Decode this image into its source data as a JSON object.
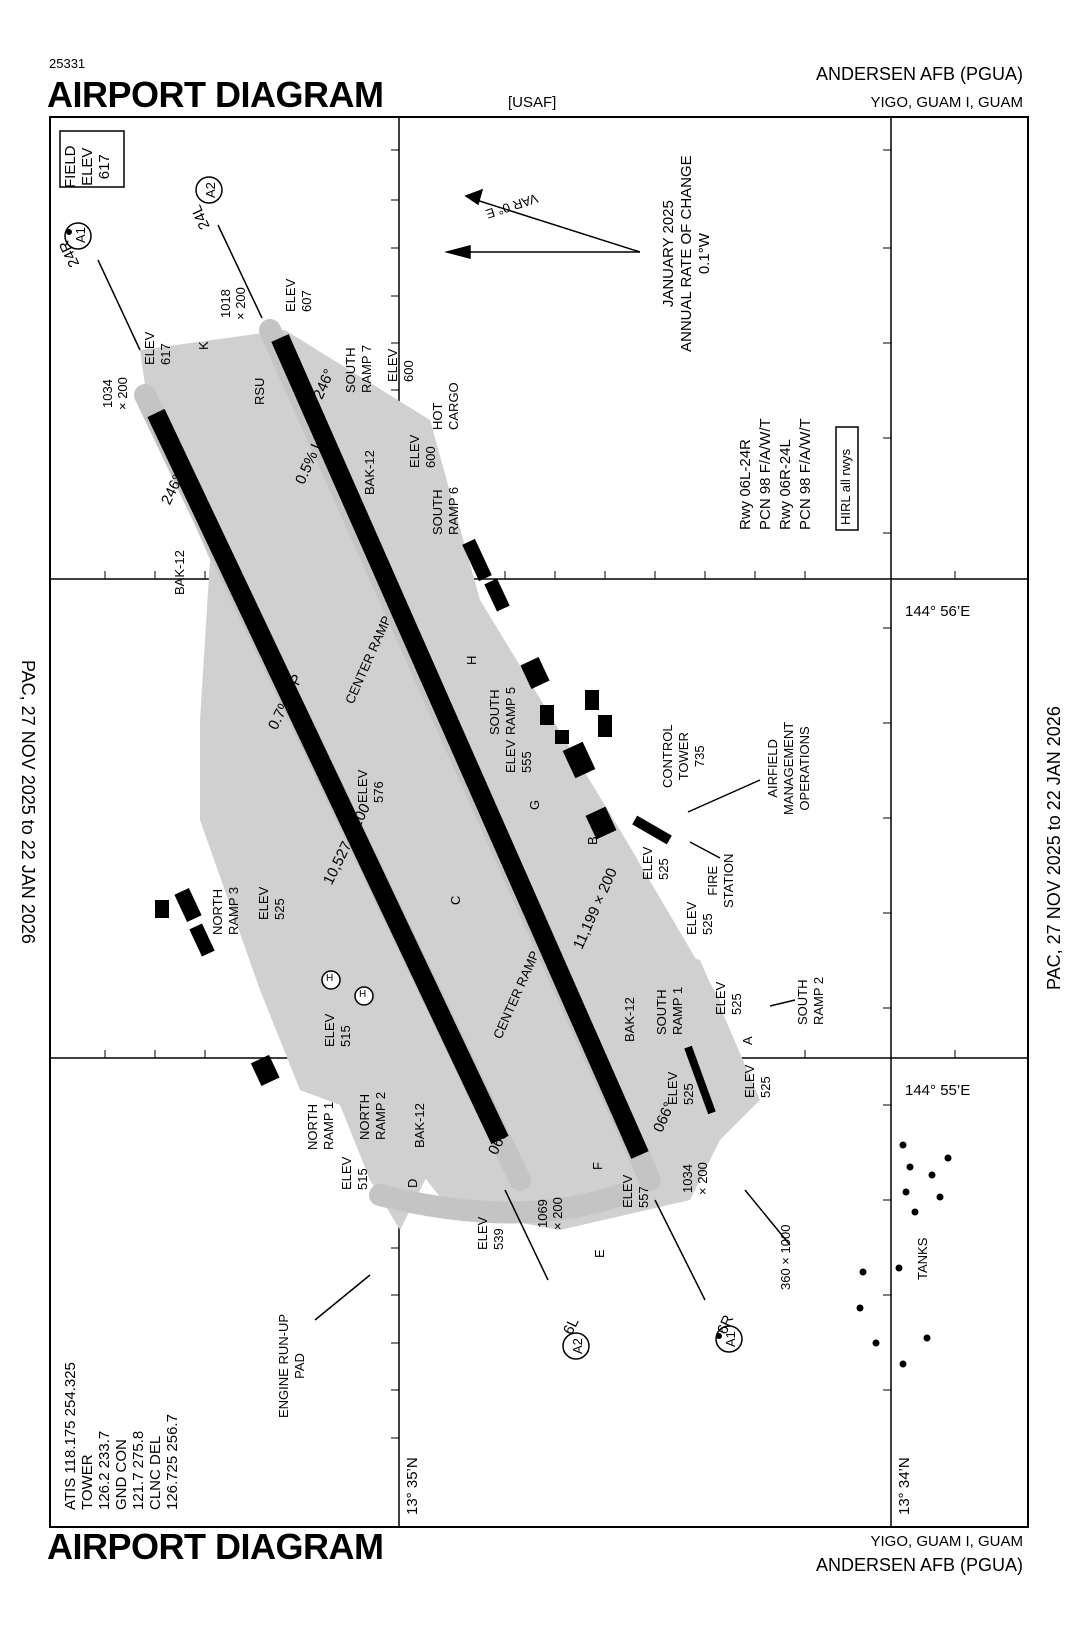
{
  "header": {
    "doc_number": "25331",
    "title": "AIRPORT DIAGRAM",
    "operator": "[USAF]",
    "airport": "ANDERSEN AFB  (PGUA)",
    "location": "YIGO, GUAM I, GUAM"
  },
  "footer": {
    "title": "AIRPORT DIAGRAM",
    "location": "YIGO, GUAM I, GUAM",
    "airport": "ANDERSEN AFB  (PGUA)"
  },
  "side": {
    "left_validity": "PAC,  27 NOV 2025  to  22 JAN 2026",
    "right_validity": "PAC,  27 NOV 2025  to  22 JAN 2026"
  },
  "field_elev": {
    "label1": "FIELD",
    "label2": "ELEV",
    "value": "617"
  },
  "magnetic": {
    "var": "VAR 0° E",
    "line1": "JANUARY 2025",
    "line2": "ANNUAL RATE OF CHANGE",
    "line3": "0.1°W"
  },
  "pcn": {
    "line1": "Rwy 06L-24R",
    "line2": "PCN 98 F/A/W/T",
    "line3": "Rwy 06R-24L",
    "line4": "PCN 98 F/A/W/T",
    "hirl": "HIRL all rwys"
  },
  "coords": {
    "lon1": "144° 56’E",
    "lon2": "144° 55’E",
    "lat1": "13° 35’N",
    "lat2": "13° 34’N"
  },
  "freqs": {
    "atis": "ATIS 118.175  254.325",
    "tower_label": "TOWER",
    "tower": "126.2  233.7",
    "gnd_label": "GND CON",
    "gnd": "121.7  275.8",
    "clnc_label": "CLNC DEL",
    "clnc": "126.725  256.7"
  },
  "runways": {
    "rwy_06L_24R_dims": "10,527 × 200",
    "rwy_06R_24L_dims": "11,199 × 200",
    "slope_06L": "0.7% UP",
    "slope_06R": "0.5% UP",
    "hdg_246": "246°",
    "hdg_066": "066°",
    "end_24R": "24R",
    "end_24L": "24L",
    "end_6L": "6L",
    "end_6R": "6R",
    "ovr_24R": "1034\n× 200",
    "ovr_24L": "1018\n× 200",
    "ovr_6L": "1069\n× 200",
    "ovr_6R": "1034\n× 200",
    "bak": "BAK-12"
  },
  "elevations": {
    "e617": "ELEV\n617",
    "e607": "ELEV\n607",
    "e600a": "ELEV\n600",
    "e600b": "ELEV\n600",
    "e576": "ELEV\n576",
    "e555": "ELEV\n555",
    "e525a": "ELEV\n525",
    "e525b": "ELEV\n525",
    "e525c": "ELEV\n525",
    "e525d": "ELEV\n525",
    "e525e": "ELEV\n525",
    "e525f": "ELEV\n525",
    "e515a": "ELEV\n515",
    "e515b": "ELEV\n515",
    "e539": "ELEV\n539",
    "e557": "ELEV\n557"
  },
  "labels": {
    "south_ramp7": "SOUTH\nRAMP 7",
    "hot_cargo": "HOT\nCARGO",
    "south_ramp6": "SOUTH\nRAMP 6",
    "south_ramp5": "SOUTH\nRAMP 5",
    "south_ramp1": "SOUTH\nRAMP 1",
    "south_ramp2": "SOUTH\nRAMP 2",
    "north_ramp3": "NORTH\nRAMP 3",
    "north_ramp1": "NORTH\nRAMP 1",
    "north_ramp2": "NORTH\nRAMP 2",
    "center_ramp": "CENTER RAMP",
    "control_tower": "CONTROL\nTOWER\n735",
    "afmo": "AIRFIELD\nMANAGEMENT\nOPERATIONS",
    "fire_station": "FIRE\nSTATION",
    "engine_runup": "ENGINE RUN-UP\nPAD",
    "pad_dims": "360 × 1000",
    "tanks": "TANKS",
    "rsu": "RSU",
    "twy_k": "K",
    "twy_h": "H",
    "twy_g": "G",
    "twy_b": "B",
    "twy_c": "C",
    "twy_a": "A",
    "twy_d": "D",
    "twy_f": "F",
    "twy_e": "E",
    "a1": "A1",
    "a2": "A2",
    "heli": "H"
  }
}
